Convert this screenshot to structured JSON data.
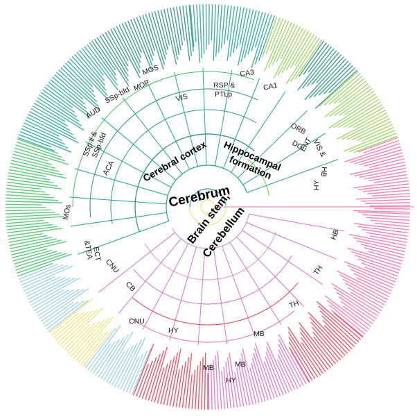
{
  "palette": {
    "cortex_dark": "#1f8f7a",
    "cortex_teal": "#1fa394",
    "cortex_green": "#3fbf5f",
    "hippo_green": "#8fd14f",
    "hb_pink": "#f06fa8",
    "th_red": "#e8384f",
    "mb_magenta": "#d86fd0",
    "cnu_blue": "#8ecde8",
    "cb_yellow": "#f2df6b",
    "hy_orange": "#f5a05a"
  },
  "major_labels": {
    "cerebrum": "Cerebrum",
    "brainstem_1": "Brain stem,",
    "brainstem_2": "Cerebellum",
    "cortex": "Cerebral cortex",
    "hippo_1": "Hippocampal",
    "hippo_2": "formation"
  },
  "region_labels": {
    "mos_top": "MOS",
    "mop": "MOP",
    "ssp_bfd_top": "SSp-bfd",
    "aud": "AUD",
    "vis": "VIS",
    "rsp_1": "RSP &",
    "rsp_2": "PTLp",
    "ca3": "CA3",
    "ca1": "CA1",
    "orb": "ORB",
    "dg": "DG",
    "ent": "ENT",
    "vis_amp": "VIS &",
    "ssp_ll": "SSp-ll &",
    "ssp_bfd": "SSp-bfd",
    "aca": "ACA",
    "mos": "MOs",
    "ect": "ECT",
    "tea": "&TEA",
    "cnu_left": "CNU",
    "cb": "CB",
    "cnu_bottom": "CNU",
    "hy_1": "HY",
    "hy_2": "HY",
    "hy_right": "HY",
    "mb_1": "MB",
    "mb_2": "MB",
    "mb_3": "MB",
    "th_1": "TH",
    "th_2": "TH",
    "hb": "HB",
    "hb_rot": "HB"
  }
}
